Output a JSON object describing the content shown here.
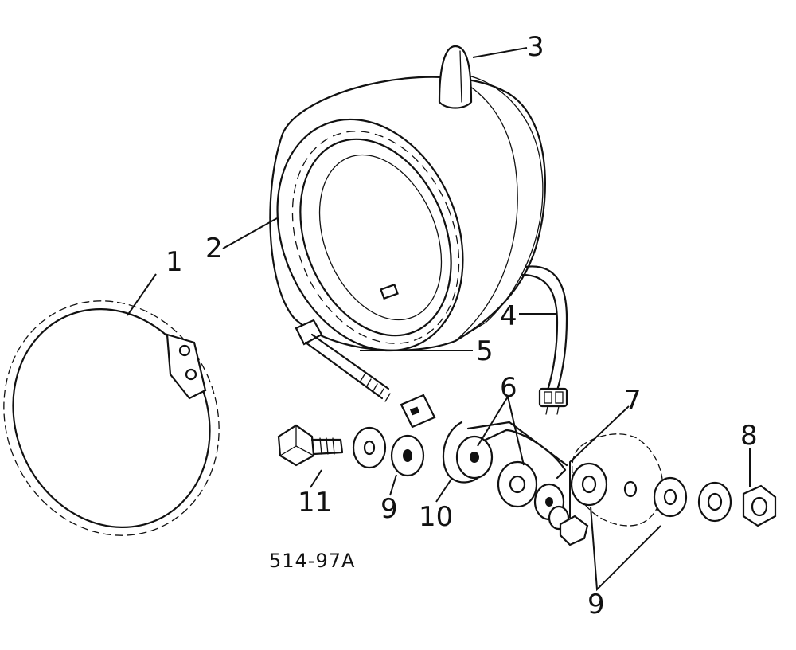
{
  "figure_code": "514-97A",
  "callouts": {
    "c1": "1",
    "c2": "2",
    "c3": "3",
    "c4": "4",
    "c5": "5",
    "c6": "6",
    "c7": "7",
    "c8": "8",
    "c9a": "9",
    "c9b": "9",
    "c10": "10",
    "c11": "11"
  },
  "colors": {
    "ink": "#111111",
    "paper": "#ffffff"
  }
}
